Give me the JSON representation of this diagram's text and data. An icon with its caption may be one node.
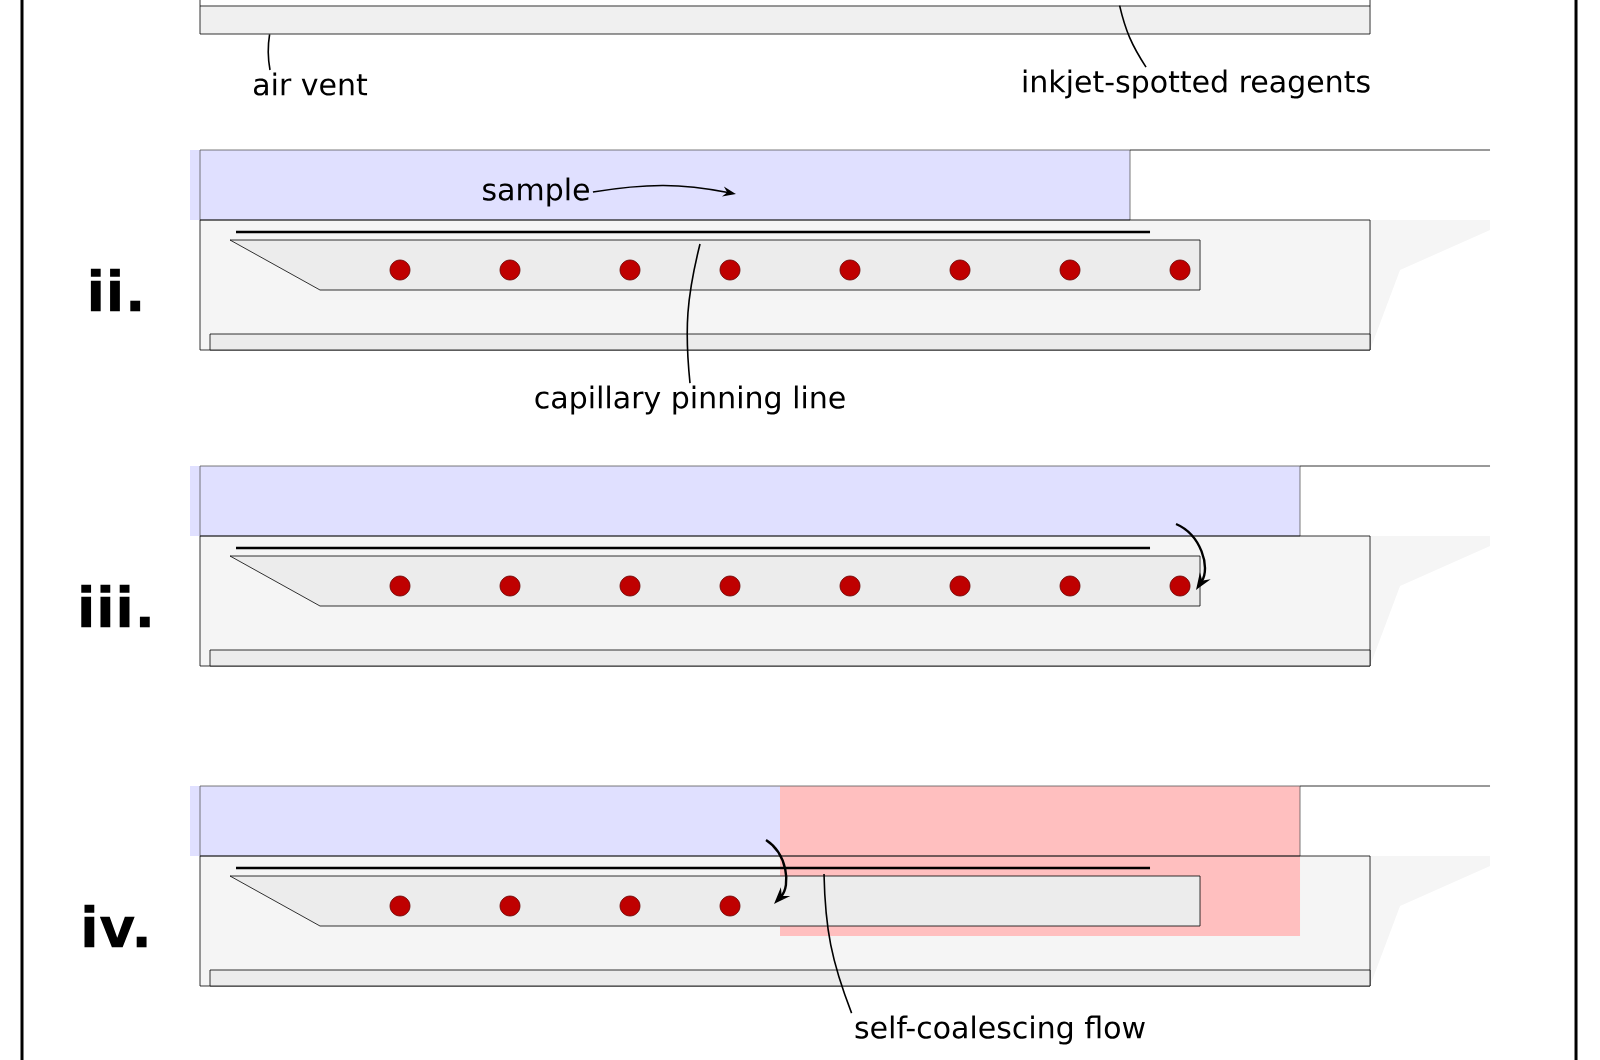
{
  "diagram": {
    "nodes": [
      {
        "text": [
          "air vent"
        ]
      },
      {
        "text": [
          "inkjet-spotted reagents"
        ]
      },
      {
        "text": [
          "sample"
        ]
      },
      {
        "text": [
          "capillary pinning line"
        ]
      },
      {
        "text": [
          "self-coalescing flow"
        ]
      },
      {
        "text": [],
        "shape": "box"
      }
    ],
    "edges": [
      {
        "from": 0,
        "to": 5,
        "arrow": "none"
      },
      {
        "from": 1,
        "to": 5,
        "arrow": "none"
      },
      {
        "from": 2,
        "to": null,
        "arrow": "to"
      },
      {
        "from": 3,
        "to": null,
        "arrow": "none"
      },
      {
        "from": 4,
        "to": null,
        "arrow": "none"
      }
    ],
    "labels": [
      "ii.",
      "iii.",
      "iv."
    ]
  }
}
